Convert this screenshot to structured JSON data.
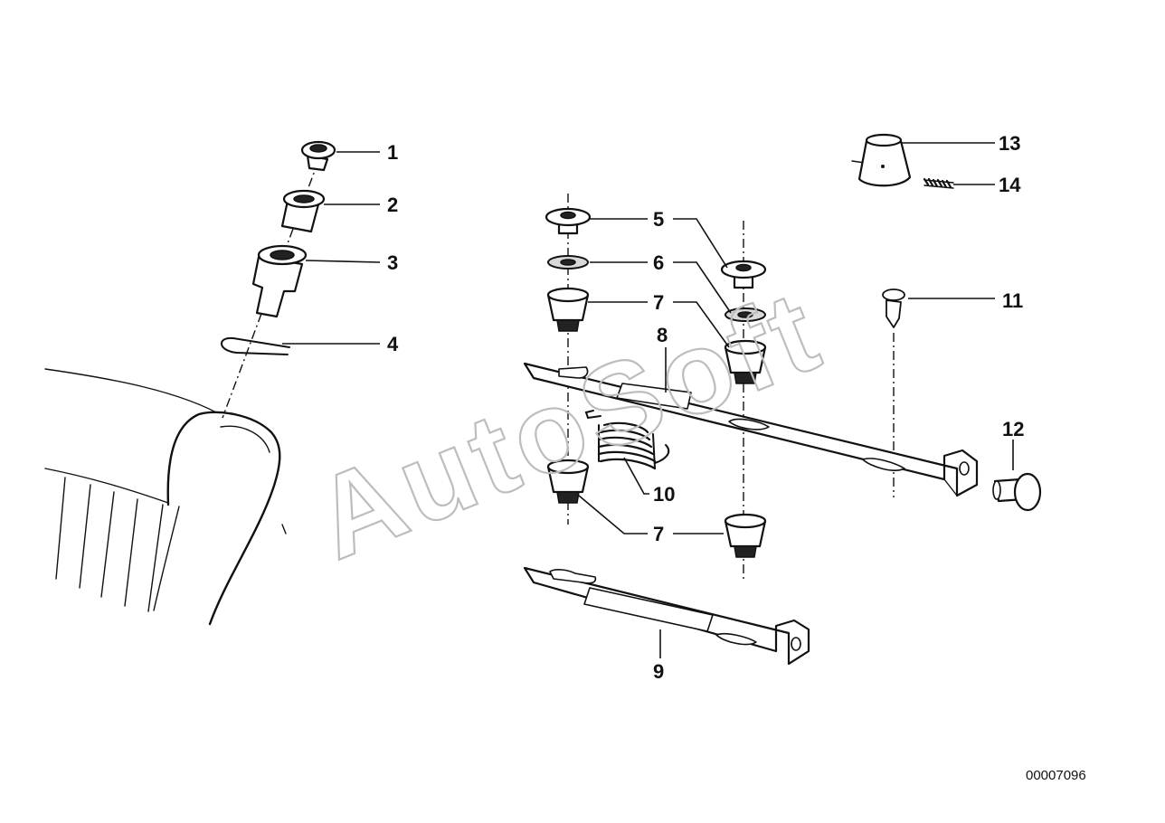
{
  "diagram": {
    "reference_number": "00007096",
    "watermark": "AutoSoft",
    "callouts": {
      "c1": "1",
      "c2": "2",
      "c3": "3",
      "c4": "4",
      "c5": "5",
      "c6": "6",
      "c7a": "7",
      "c7b": "7",
      "c8": "8",
      "c9": "9",
      "c10": "10",
      "c11": "11",
      "c12": "12",
      "c13": "13",
      "c14": "14"
    }
  }
}
